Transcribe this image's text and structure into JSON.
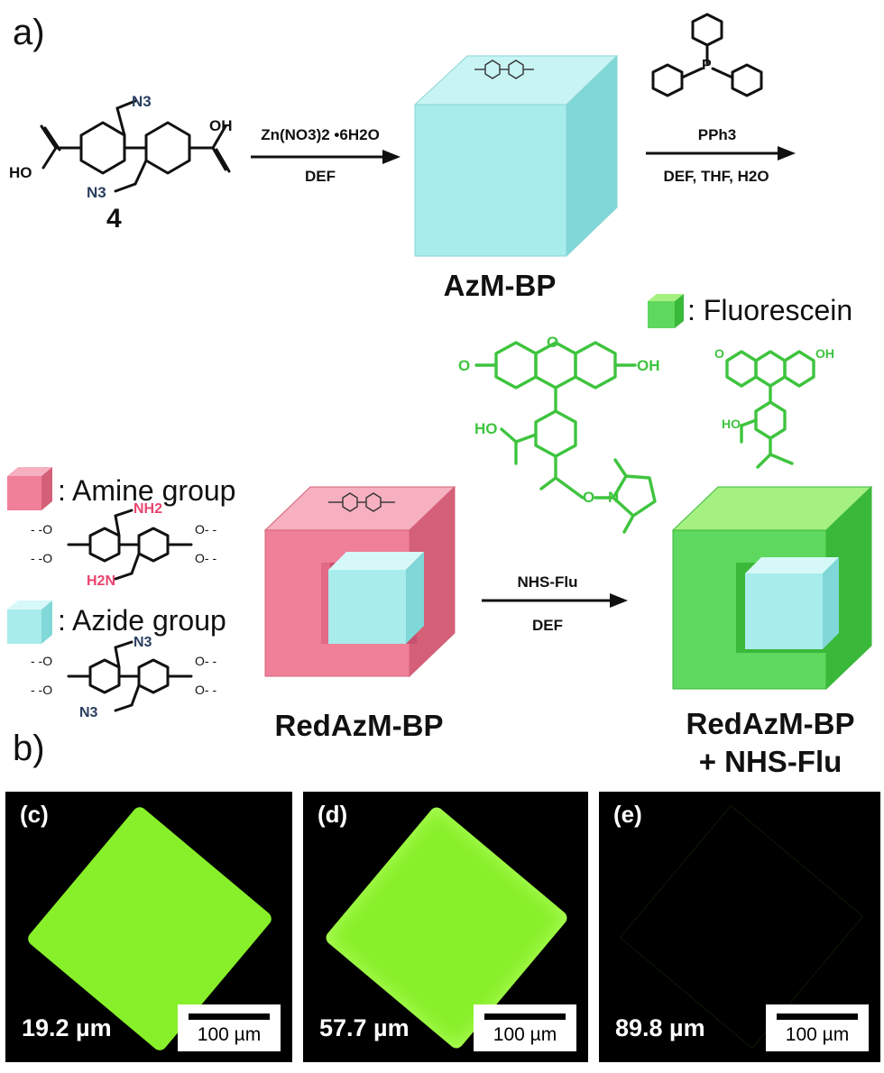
{
  "panel_a_label": "a)",
  "panel_b_label": "b)",
  "compound_4_label": "4",
  "step1_reagent": "Zn(NO3)2 •6H2O",
  "step1_solvent": "DEF",
  "azm_label": "AzM-BP",
  "pph3_label": "PPh3",
  "step2_solvent": "DEF, THF, H2O",
  "redazm_label": "RedAzM-BP",
  "nhs_reagent": "NHS-Flu",
  "step3_solvent": "DEF",
  "product_label_line1": "RedAzM-BP",
  "product_label_line2": "+ NHS-Flu",
  "legend": {
    "fluorescein": ": Fluorescein",
    "amine": ": Amine group",
    "azide": ": Azide group"
  },
  "atoms": {
    "n3": "N3",
    "oh": "OH",
    "ho": "HO",
    "nh2": "NH2",
    "h2n": "H2N",
    "p": "P",
    "o": "O",
    "n": "N"
  },
  "colors": {
    "azide_cube": "#a8ecec",
    "amine_cube": "#f0809a",
    "fluorescein": "#3ec43e",
    "amine_text": "#e8456e",
    "azide_text": "#2a3f5f"
  },
  "micrographs": [
    {
      "letter": "(c)",
      "size": "19.2 µm",
      "scale": "100 µm"
    },
    {
      "letter": "(d)",
      "size": "57.7 µm",
      "scale": "100 µm"
    },
    {
      "letter": "(e)",
      "size": "89.8 µm",
      "scale": "100 µm"
    }
  ]
}
